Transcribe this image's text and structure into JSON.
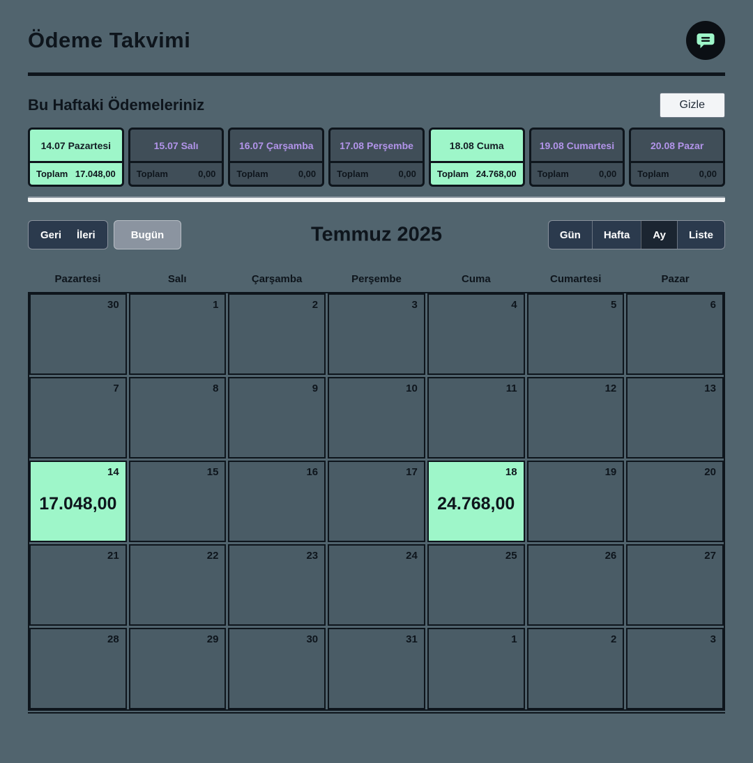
{
  "header": {
    "title": "Ödeme Takvimi"
  },
  "week": {
    "title": "Bu Haftaki Ödemeleriniz",
    "hide_button": "Gizle",
    "total_label": "Toplam",
    "cards": [
      {
        "date_label": "14.07 Pazartesi",
        "amount": "17.048,00",
        "highlighted": true
      },
      {
        "date_label": "15.07 Salı",
        "amount": "0,00",
        "highlighted": false
      },
      {
        "date_label": "16.07 Çarşamba",
        "amount": "0,00",
        "highlighted": false
      },
      {
        "date_label": "17.08 Perşembe",
        "amount": "0,00",
        "highlighted": false
      },
      {
        "date_label": "18.08 Cuma",
        "amount": "24.768,00",
        "highlighted": true
      },
      {
        "date_label": "19.08 Cumartesi",
        "amount": "0,00",
        "highlighted": false
      },
      {
        "date_label": "20.08 Pazar",
        "amount": "0,00",
        "highlighted": false
      }
    ]
  },
  "toolbar": {
    "back": "Geri",
    "forward": "İleri",
    "today": "Bugün",
    "month_title": "Temmuz 2025",
    "views": [
      {
        "label": "Gün",
        "active": false
      },
      {
        "label": "Hafta",
        "active": false
      },
      {
        "label": "Ay",
        "active": true
      },
      {
        "label": "Liste",
        "active": false
      }
    ]
  },
  "calendar": {
    "weekdays": [
      "Pazartesi",
      "Salı",
      "Çarşamba",
      "Perşembe",
      "Cuma",
      "Cumartesi",
      "Pazar"
    ],
    "cells": [
      {
        "day": "30"
      },
      {
        "day": "1"
      },
      {
        "day": "2"
      },
      {
        "day": "3"
      },
      {
        "day": "4"
      },
      {
        "day": "5"
      },
      {
        "day": "6"
      },
      {
        "day": "7"
      },
      {
        "day": "8"
      },
      {
        "day": "9"
      },
      {
        "day": "10"
      },
      {
        "day": "11"
      },
      {
        "day": "12"
      },
      {
        "day": "13"
      },
      {
        "day": "14",
        "amount": "17.048,00",
        "highlighted": true
      },
      {
        "day": "15"
      },
      {
        "day": "16"
      },
      {
        "day": "17"
      },
      {
        "day": "18",
        "amount": "24.768,00",
        "highlighted": true
      },
      {
        "day": "19"
      },
      {
        "day": "20"
      },
      {
        "day": "21"
      },
      {
        "day": "22"
      },
      {
        "day": "23"
      },
      {
        "day": "24"
      },
      {
        "day": "25"
      },
      {
        "day": "26"
      },
      {
        "day": "27"
      },
      {
        "day": "28"
      },
      {
        "day": "29"
      },
      {
        "day": "30"
      },
      {
        "day": "31"
      },
      {
        "day": "1"
      },
      {
        "day": "2"
      },
      {
        "day": "3"
      }
    ]
  },
  "colors": {
    "background": "#51646E",
    "cell": "#4A5C66",
    "card_dark": "#404E58",
    "highlight_green": "#9EF6C9",
    "purple_text": "#B294EA",
    "navy": "#2B3A4D",
    "navy_selected": "#1B2531",
    "gray_button": "#8B94A0",
    "border_dark": "#0E151C"
  }
}
